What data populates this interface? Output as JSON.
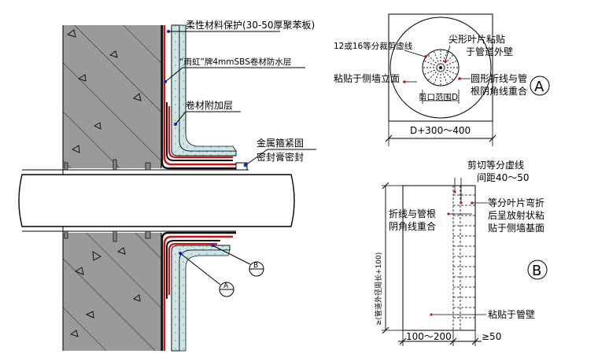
{
  "left_detail": {
    "labels": {
      "protection": "柔性材料保护(30-50厚聚苯板)",
      "membrane": "“雨虹”牌4mmSBS卷材防水层",
      "additional_layer": "卷材附加层",
      "hoop_line1": "金属箍紧固",
      "hoop_line2": "密封膏密封"
    },
    "section_markers": {
      "a": "A",
      "b": "B"
    }
  },
  "detail_a": {
    "labels": {
      "division": "12或16等分裁剪虚线",
      "petal_line1": "尖形叶片粘贴",
      "petal_line2": "于管道外壁",
      "wall_bond": "粘贴于侧墙立面",
      "fold_line1": "圆形折线与管",
      "fold_line2": "根阴角线重合",
      "opening": "剪口范围D",
      "dimension": "D+300～400"
    },
    "marker": "A"
  },
  "detail_b": {
    "labels": {
      "cut_line1": "剪切等分虚线",
      "cut_line2": "间距40～50",
      "fold_line1": "折线与管根",
      "fold_line2": "阴角线重合",
      "petal_line1": "等分叶片弯折",
      "petal_line2": "后呈放射状粘",
      "petal_line3": "贴于侧墙基面",
      "pipe_bond": "粘贴于管壁",
      "height": "≥(管道外径周长+100)",
      "width_dim": "100～200",
      "overlap_dim": "≥50"
    },
    "marker": "B"
  }
}
